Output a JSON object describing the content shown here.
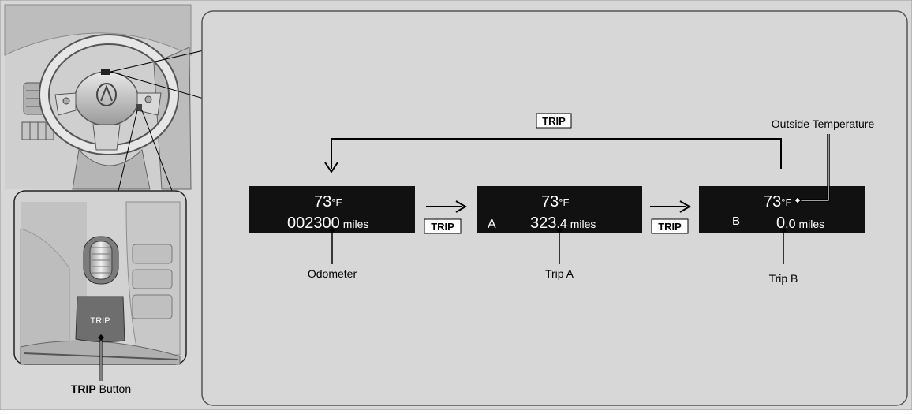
{
  "colors": {
    "background": "#d7d7d7",
    "display_background": "#111111",
    "display_text": "#ffffff",
    "button_gray": "#6e6e6e",
    "line": "#000000"
  },
  "left_panel": {
    "button_label": "TRIP",
    "caption_bold": "TRIP",
    "caption_rest": " Button"
  },
  "trip_key_label": "TRIP",
  "displays": [
    {
      "temperature": "73",
      "unit": "°F",
      "prefix": "",
      "reading": "002300",
      "distance_unit": "miles",
      "caption": "Odometer"
    },
    {
      "temperature": "73",
      "unit": "°F",
      "prefix": "A",
      "reading_int": "323",
      "reading_dec": ".4",
      "distance_unit": "miles",
      "caption": "Trip A"
    },
    {
      "temperature": "73",
      "unit": "°F",
      "prefix": "B",
      "reading_int": "0",
      "reading_dec": ".0",
      "distance_unit": "miles",
      "caption": "Trip B"
    }
  ],
  "outside_temperature_label": "Outside Temperature"
}
